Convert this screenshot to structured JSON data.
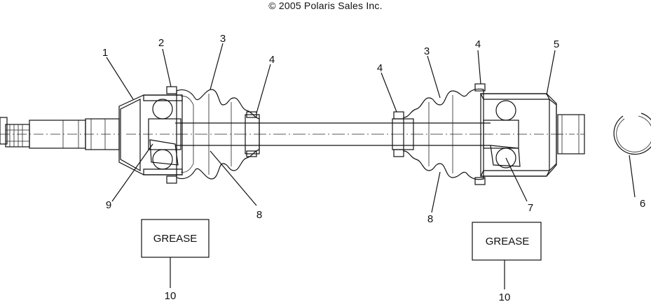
{
  "copyright": "© 2005 Polaris Sales Inc.",
  "callouts": {
    "c1": "1",
    "c2": "2",
    "c3_left": "3",
    "c4_left": "4",
    "c4_mid": "4",
    "c3_right": "3",
    "c4_right": "4",
    "c5": "5",
    "c6": "6",
    "c7": "7",
    "c8_left": "8",
    "c8_right": "8",
    "c9": "9",
    "c10_left": "10",
    "c10_right": "10"
  },
  "grease_left": "GREASE",
  "grease_right": "GREASE"
}
